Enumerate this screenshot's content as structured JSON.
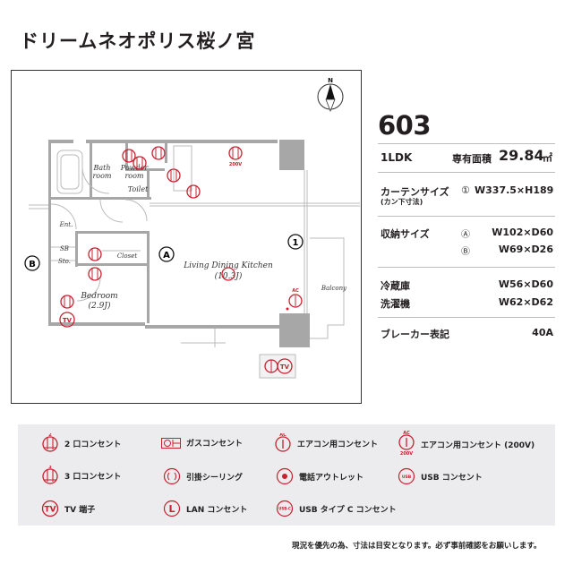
{
  "title": "ドリームネオポリス桜ノ宮",
  "plan": {
    "north_label": "N",
    "rooms": {
      "bath": "Bath",
      "bath2": "room",
      "powder": "Powder",
      "powder2": "room",
      "toilet": "Toilet",
      "ent": "Ent.",
      "sb": "SB",
      "sto": "Sto.",
      "closet": "Closet",
      "bedroom": "Bedroom",
      "bedroom_size": "(2.9J)",
      "ldk": "Living Dining Kitchen",
      "ldk_size": "(10.3J)",
      "balcony": "Balcony"
    },
    "markers": {
      "a": "A",
      "b": "B",
      "one": "1"
    }
  },
  "info": {
    "unit_number": "603",
    "layout": "1LDK",
    "area_label": "専有面積",
    "area_value": "29.84",
    "area_unit": "㎡",
    "curtain_label": "カーテンサイズ",
    "curtain_sub": "(カン下寸法)",
    "curtain_marker": "①",
    "curtain_value": "W337.5×H189",
    "storage_label": "収納サイズ",
    "storage": [
      {
        "marker": "Ⓐ",
        "value": "W102×D60"
      },
      {
        "marker": "Ⓑ",
        "value": "W69×D26"
      }
    ],
    "fridge_label": "冷蔵庫",
    "fridge_value": "W56×D60",
    "washer_label": "洗濯機",
    "washer_value": "W62×D62",
    "breaker_label": "ブレーカー表記",
    "breaker_value": "40A"
  },
  "legend": [
    {
      "icon": "outlet-2-icon",
      "label": "2 口コンセント"
    },
    {
      "icon": "gas-outlet-icon",
      "label": "ガスコンセント"
    },
    {
      "icon": "ac-outlet-icon",
      "label": "エアコン用コンセント"
    },
    {
      "icon": "ac-outlet-200v-icon",
      "label": "エアコン用コンセント (200V)"
    },
    {
      "icon": "outlet-3-icon",
      "label": "3 口コンセント"
    },
    {
      "icon": "ceiling-hook-icon",
      "label": "引掛シーリング"
    },
    {
      "icon": "phone-outlet-icon",
      "label": "電話アウトレット"
    },
    {
      "icon": "usb-outlet-icon",
      "label": "USB コンセント"
    },
    {
      "icon": "tv-terminal-icon",
      "label": "TV 端子"
    },
    {
      "icon": "lan-outlet-icon",
      "label": "LAN コンセント"
    },
    {
      "icon": "usb-c-outlet-icon",
      "label": "USB タイプ C コンセント"
    }
  ],
  "legend_glyphs": {
    "two": "2",
    "three": "3",
    "ac": "AC",
    "v200": "200V",
    "tv": "TV",
    "l": "L",
    "usb": "USB",
    "usbc": "USB-C"
  },
  "note": "現況を優先の為、寸法は目安となります。必ず事前確認をお願いします。",
  "colors": {
    "accent": "#c8202f",
    "wall": "#a7a7a7",
    "legend_bg": "#ececee"
  }
}
